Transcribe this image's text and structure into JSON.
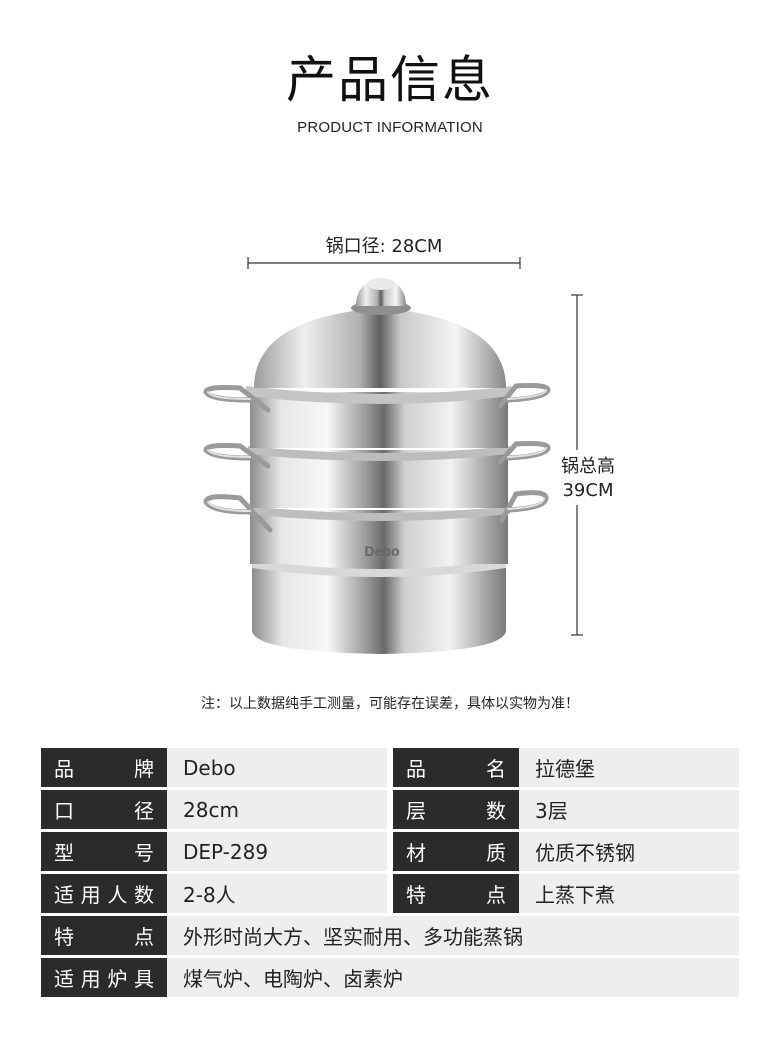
{
  "header": {
    "title": "产品信息",
    "subtitle": "PRODUCT INFORMATION"
  },
  "dimensions": {
    "diameter_label": "锅口径: 28CM",
    "height_label_line1": "锅总高",
    "height_label_line2": "39CM"
  },
  "product_image": {
    "brand_mark": "Debo"
  },
  "note": "注：以上数据纯手工测量，可能存在误差，具体以实物为准！",
  "specs": [
    {
      "k1": "品牌",
      "v1": "Debo",
      "k2": "品名",
      "v2": "拉德堡"
    },
    {
      "k1": "口径",
      "v1": "28cm",
      "k2": "层数",
      "v2": "3层"
    },
    {
      "k1": "型号",
      "v1": "DEP-289",
      "k2": "材质",
      "v2": "优质不锈钢"
    },
    {
      "k1": "适用人数",
      "v1": "2-8人",
      "k2": "特点",
      "v2": "上蒸下煮"
    }
  ],
  "specs_full": [
    {
      "k": "特点",
      "v": "外形时尚大方、坚实耐用、多功能蒸锅"
    },
    {
      "k": "适用炉具",
      "v": "煤气炉、电陶炉、卤素炉"
    }
  ]
}
